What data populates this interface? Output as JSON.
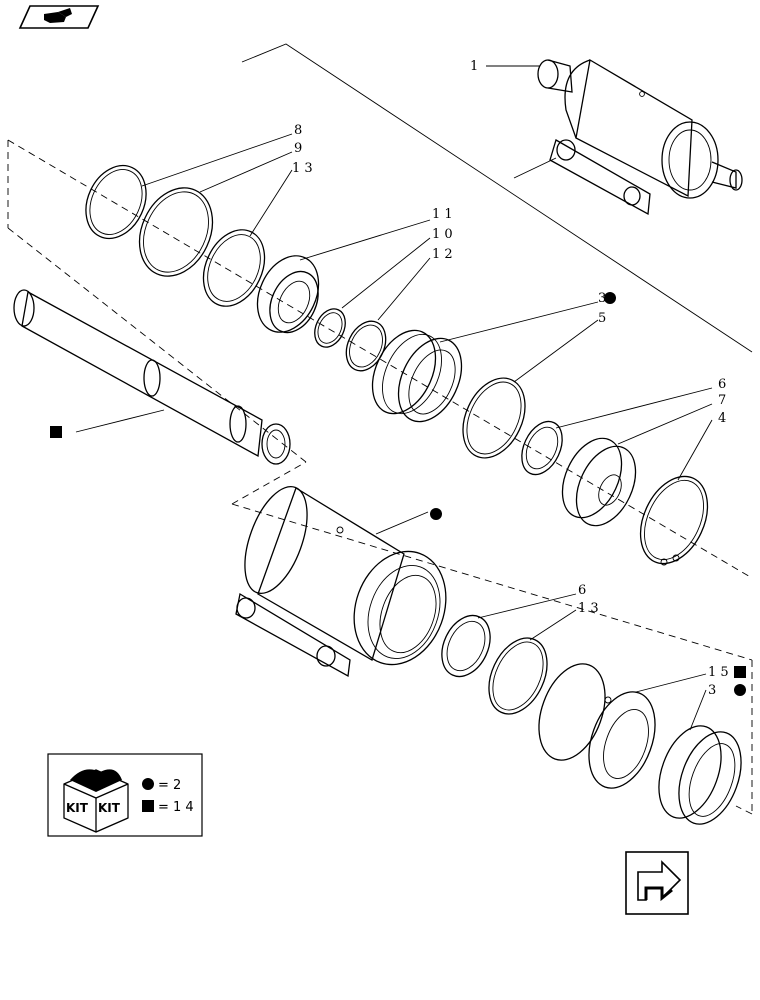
{
  "callouts": [
    {
      "id": "c1",
      "text": "1"
    },
    {
      "id": "c8",
      "text": "8"
    },
    {
      "id": "c9",
      "text": "9"
    },
    {
      "id": "c13a",
      "text": "1 3"
    },
    {
      "id": "c11",
      "text": "1 1"
    },
    {
      "id": "c10",
      "text": "1 0"
    },
    {
      "id": "c12",
      "text": "1 2"
    },
    {
      "id": "c3a",
      "text": "3"
    },
    {
      "id": "c5",
      "text": "5"
    },
    {
      "id": "c6a",
      "text": "6"
    },
    {
      "id": "c7",
      "text": "7"
    },
    {
      "id": "c4",
      "text": "4"
    },
    {
      "id": "c6b",
      "text": "6"
    },
    {
      "id": "c13b",
      "text": "1 3"
    },
    {
      "id": "c15",
      "text": "1 5"
    },
    {
      "id": "c3b",
      "text": "3"
    }
  ],
  "kit_legend": {
    "box_text_left": "KIT",
    "box_text_right": "KIT",
    "circle_eq": "= 2",
    "square_eq": "= 1 4"
  },
  "icons": {
    "top_left": "hand-arrow-icon",
    "bottom_right": "next-page-arrow-icon"
  }
}
